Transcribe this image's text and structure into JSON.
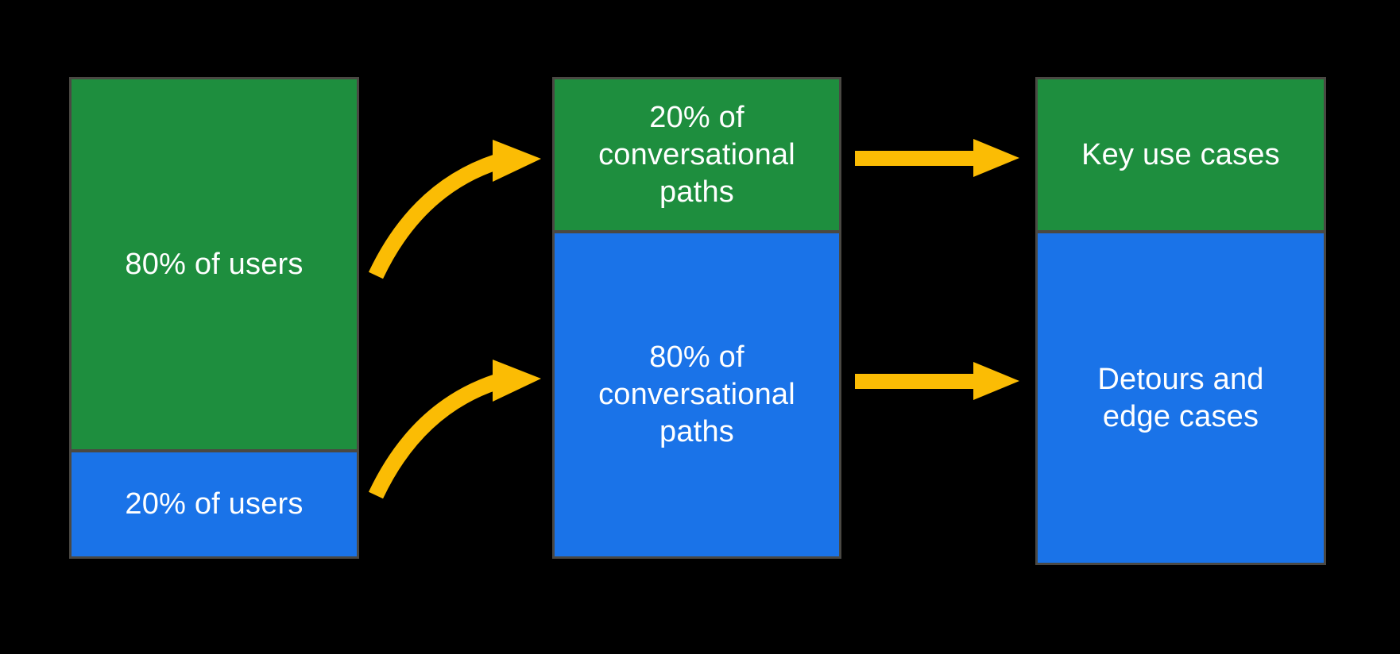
{
  "diagram": {
    "background_color": "#000000",
    "colors": {
      "green": "#1e8e3e",
      "blue": "#1a73e8",
      "arrow": "#fbbc04",
      "border": "#4a4843",
      "text": "#ffffff"
    },
    "columns": [
      {
        "name": "users",
        "segments": [
          {
            "label": "80% of users",
            "color": "green"
          },
          {
            "label": "20% of users",
            "color": "blue"
          }
        ]
      },
      {
        "name": "conversational-paths",
        "segments": [
          {
            "label": "20% of\nconversational\npaths",
            "color": "green"
          },
          {
            "label": "80% of\nconversational\npaths",
            "color": "blue"
          }
        ]
      },
      {
        "name": "use-cases",
        "segments": [
          {
            "label": "Key use cases",
            "color": "green"
          },
          {
            "label": "Detours and\nedge cases",
            "color": "blue"
          }
        ]
      }
    ],
    "arrows": [
      {
        "from": "80% of users",
        "to": "20% of conversational paths",
        "shape": "curved"
      },
      {
        "from": "20% of users",
        "to": "80% of conversational paths",
        "shape": "curved"
      },
      {
        "from": "20% of conversational paths",
        "to": "Key use cases",
        "shape": "straight"
      },
      {
        "from": "80% of conversational paths",
        "to": "Detours and edge cases",
        "shape": "straight"
      }
    ]
  }
}
